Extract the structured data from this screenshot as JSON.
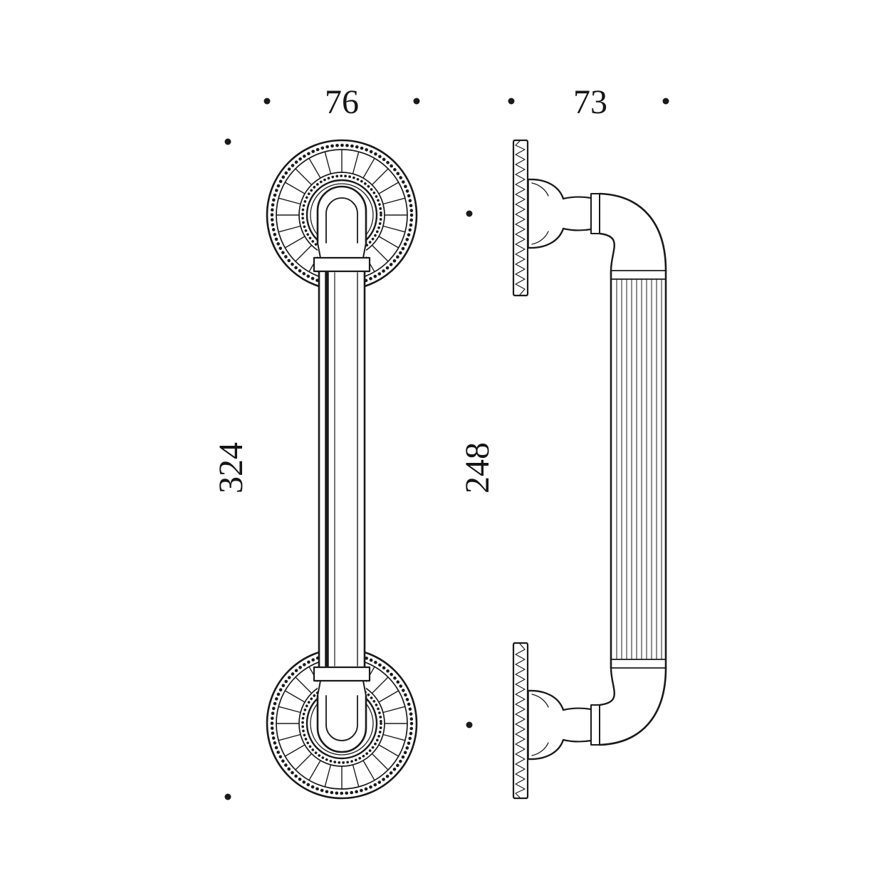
{
  "colors": {
    "line": "#1a1a1a",
    "background": "#ffffff"
  },
  "dimensions": {
    "front_width_mm": "76",
    "side_width_mm": "73",
    "front_height_mm": "324",
    "side_height_mm": "248"
  }
}
